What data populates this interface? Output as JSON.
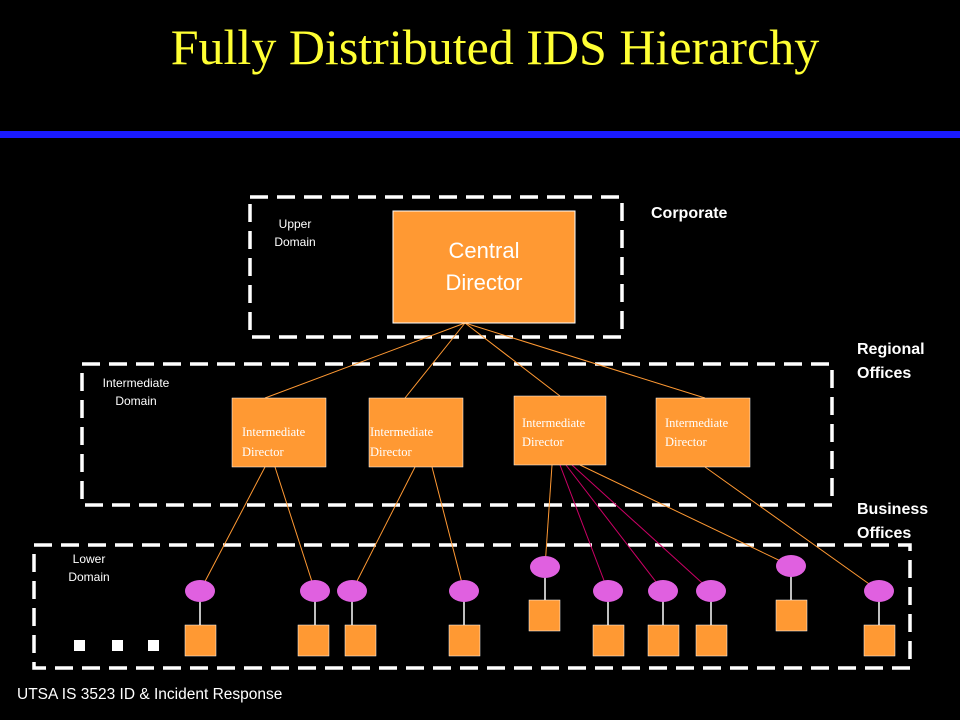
{
  "title": "Fully Distributed IDS Hierarchy",
  "footer": "UTSA IS 3523 ID & Incident Response",
  "labels": {
    "corporate": "Corporate",
    "regional_1": "Regional",
    "regional_2": "Offices",
    "business_1": "Business",
    "business_2": "Offices",
    "upper_1": "Upper",
    "upper_2": "Domain",
    "intermediate_1": "Intermediate",
    "intermediate_2": "Domain",
    "lower_1": "Lower",
    "lower_2": "Domain"
  },
  "central": {
    "line1": "Central",
    "line2": "Director"
  },
  "intermediate_directors": [
    {
      "line1": "Intermediate",
      "line2": "Director"
    },
    {
      "line1": "Intermediate",
      "line2": "Director"
    },
    {
      "line1": "Intermediate",
      "line2": "Director"
    },
    {
      "line1": "Intermediate",
      "line2": "Director"
    }
  ],
  "colors": {
    "background": "#000000",
    "title": "#ffff33",
    "rule": "#1a1aff",
    "box": "#ff9933",
    "sensor": "#e060e0",
    "line": "#ff9933",
    "line_alt": "#cc0066",
    "text": "#ffffff"
  }
}
